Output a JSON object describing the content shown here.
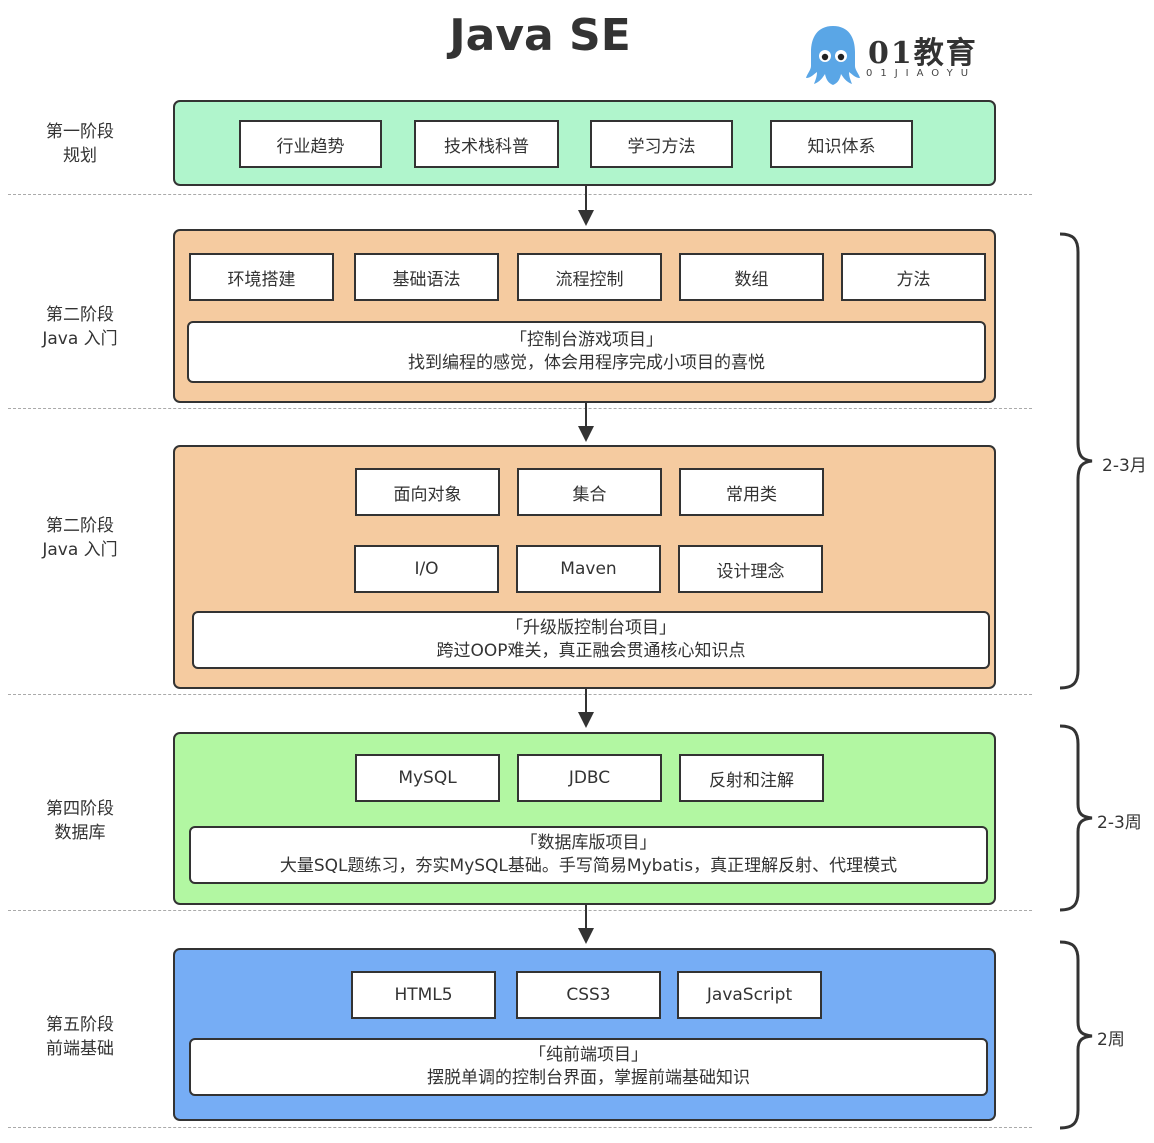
{
  "title": "Java SE",
  "logo": {
    "icon": "octopus-mascot-icon",
    "brand": "01教育",
    "subtitle": "01JIAOYU",
    "accent_color": "#5aa6e6"
  },
  "stages": [
    {
      "label_line1": "第一阶段",
      "label_line2": "规划",
      "color": "#b0f5cc",
      "items": [
        "行业趋势",
        "技术栈科普",
        "学习方法",
        "知识体系"
      ],
      "project": null
    },
    {
      "label_line1": "第二阶段",
      "label_line2": "Java 入门",
      "color": "#f5cba0",
      "items": [
        "环境搭建",
        "基础语法",
        "流程控制",
        "数组",
        "方法"
      ],
      "project": {
        "title": "「控制台游戏项目」",
        "desc": "找到编程的感觉，体会用程序完成小项目的喜悦"
      }
    },
    {
      "label_line1": "第二阶段",
      "label_line2": "Java 入门",
      "color": "#f5cba0",
      "items": [
        "面向对象",
        "集合",
        "常用类",
        "I/O",
        "Maven",
        "设计理念"
      ],
      "project": {
        "title": "「升级版控制台项目」",
        "desc": "跨过OOP难关，真正融会贯通核心知识点"
      }
    },
    {
      "label_line1": "第四阶段",
      "label_line2": "数据库",
      "color": "#b2f7a2",
      "items": [
        "MySQL",
        "JDBC",
        "反射和注解"
      ],
      "project": {
        "title": "「数据库版项目」",
        "desc": "大量SQL题练习，夯实MySQL基础。手写简易Mybatis，真正理解反射、代理模式"
      }
    },
    {
      "label_line1": "第五阶段",
      "label_line2": "前端基础",
      "color": "#76adf5",
      "items": [
        "HTML5",
        "CSS3",
        "JavaScript"
      ],
      "project": {
        "title": "「纯前端项目」",
        "desc": "摆脱单调的控制台界面，掌握前端基础知识"
      }
    }
  ],
  "durations": [
    {
      "label": "2-3月",
      "spans": "第二阶段"
    },
    {
      "label": "2-3周",
      "spans": "第四阶段"
    },
    {
      "label": "2周",
      "spans": "第五阶段"
    }
  ]
}
